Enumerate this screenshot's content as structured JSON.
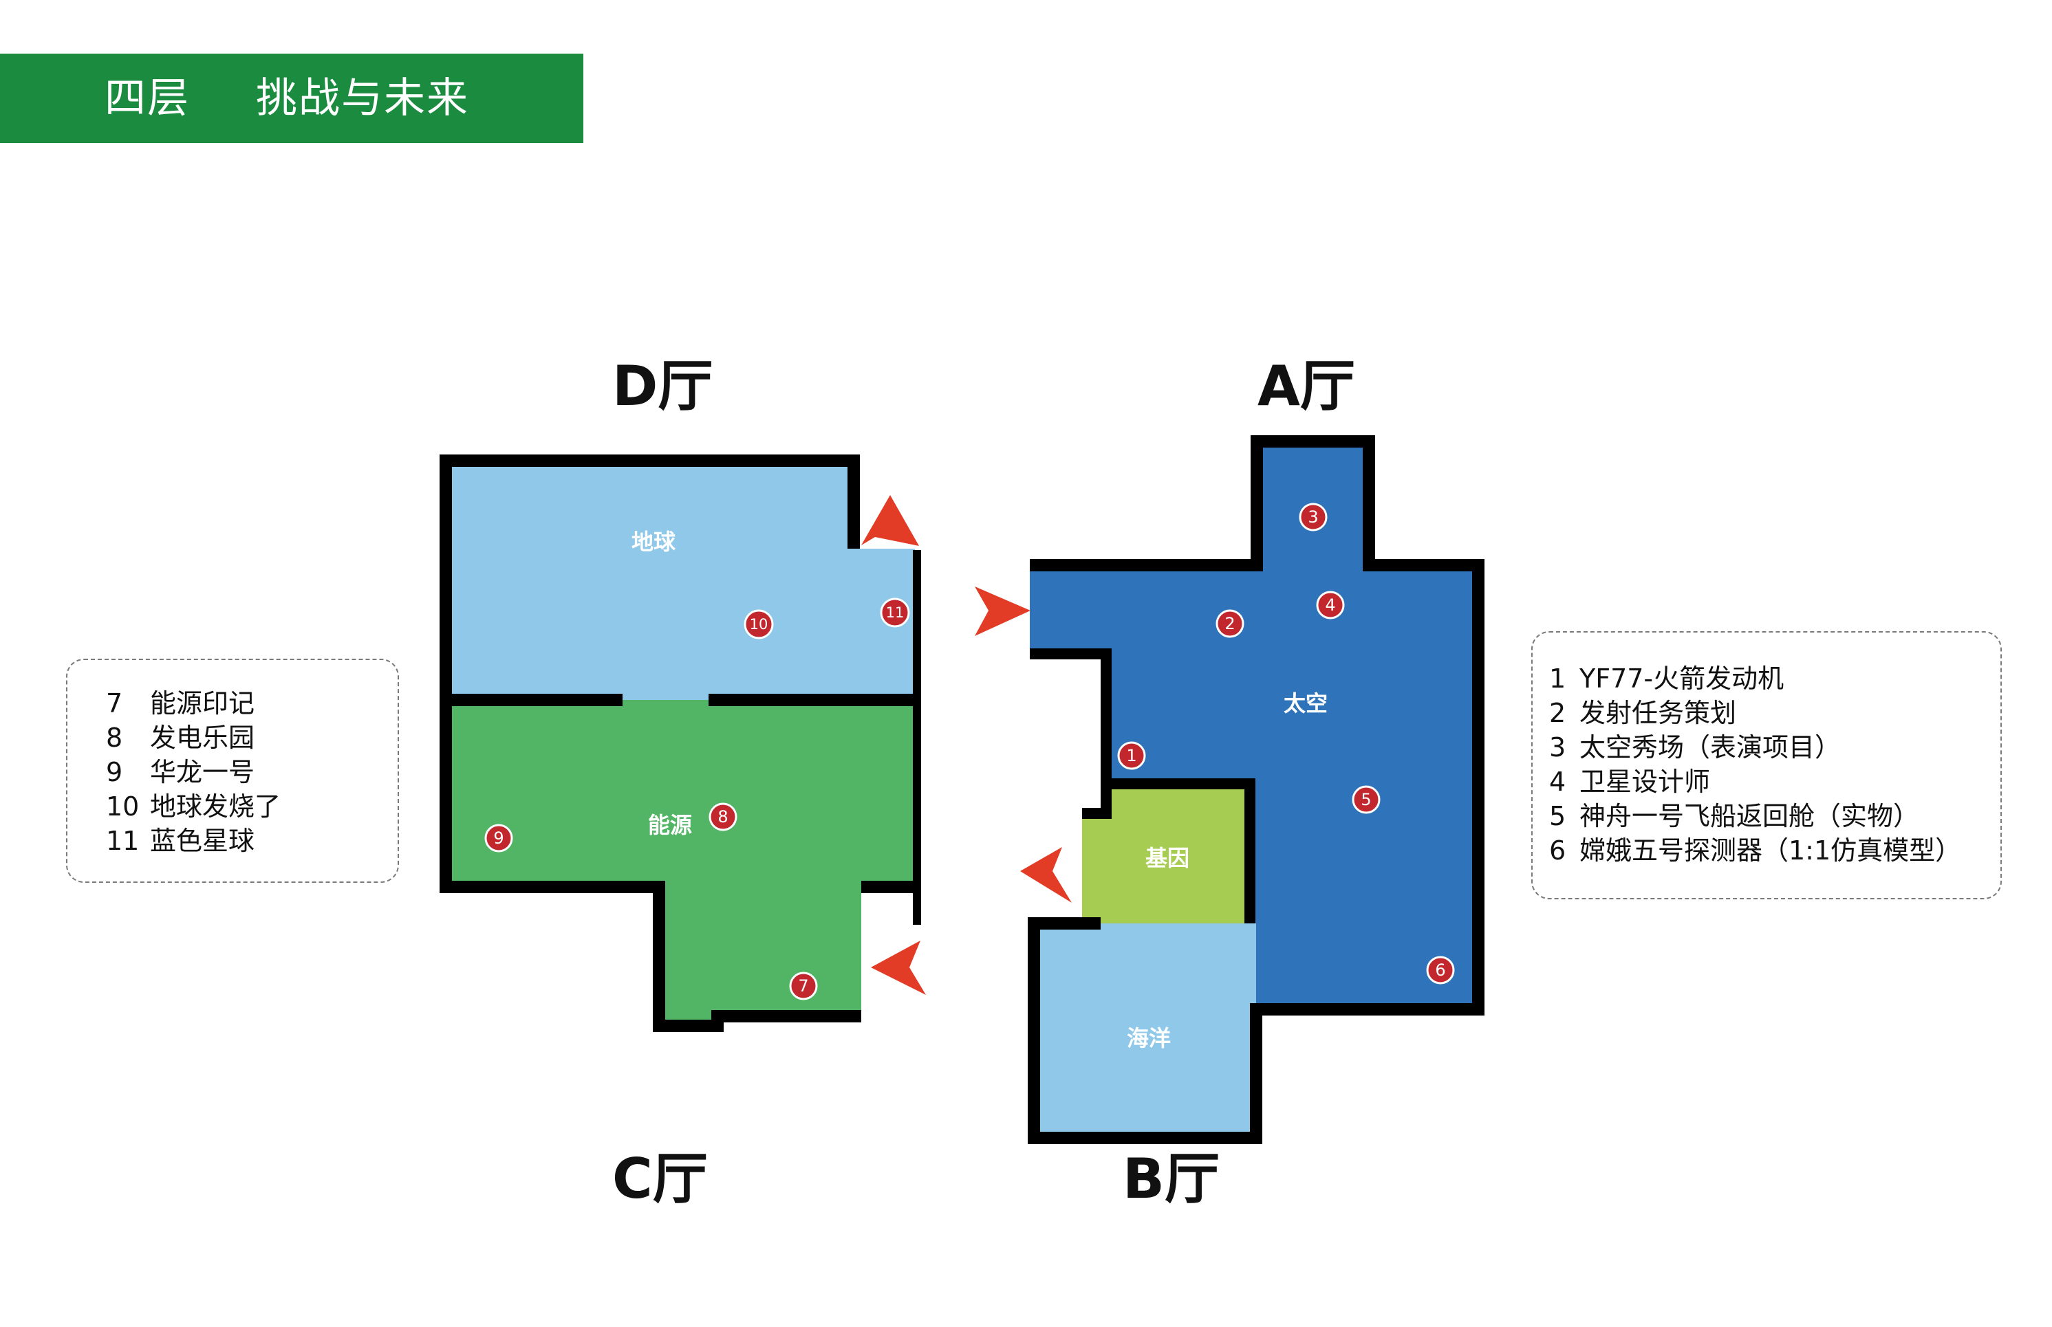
{
  "header": {
    "floor": "四层",
    "theme": "挑战与未来"
  },
  "halls": {
    "a": "A厅",
    "b": "B厅",
    "c": "C厅",
    "d": "D厅"
  },
  "rooms": {
    "earth": "地球",
    "energy": "能源",
    "space": "太空",
    "gene": "基因",
    "ocean": "海洋"
  },
  "markers": [
    "1",
    "2",
    "3",
    "4",
    "5",
    "6",
    "7",
    "8",
    "9",
    "10",
    "11"
  ],
  "legend_left": [
    {
      "num": "7",
      "text": "能源印记"
    },
    {
      "num": "8",
      "text": "发电乐园"
    },
    {
      "num": "9",
      "text": "华龙一号"
    },
    {
      "num": "10",
      "text": "地球发烧了"
    },
    {
      "num": "11",
      "text": "蓝色星球"
    }
  ],
  "legend_right": [
    {
      "num": "1",
      "text": "YF77-火箭发动机"
    },
    {
      "num": "2",
      "text": "发射任务策划"
    },
    {
      "num": "3",
      "text": "太空秀场（表演项目）"
    },
    {
      "num": "4",
      "text": "卫星设计师"
    },
    {
      "num": "5",
      "text": "神舟一号飞船返回舱（实物）"
    },
    {
      "num": "6",
      "text": "嫦娥五号探测器（1:1仿真模型）"
    }
  ],
  "colors": {
    "banner": "#1b8c3f",
    "earth_light_blue": "#8fc8e8",
    "energy_green": "#52b566",
    "space_blue": "#2f74bb",
    "gene_green": "#a6cd52",
    "wall": "#000000",
    "marker_red": "#c1272d",
    "arrow_red": "#e23b26"
  }
}
